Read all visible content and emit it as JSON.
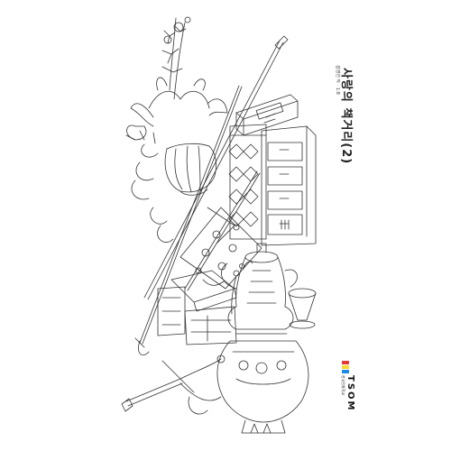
{
  "title": "사랑의 책거리(2)",
  "subtitle": "김영선 작 · 1:8",
  "brand": {
    "name": "TSOM",
    "subtitle": "한국민화학교",
    "colors": [
      "#e53935",
      "#fdd835",
      "#1e88e5"
    ]
  },
  "colors": {
    "line": "#333333",
    "paper": "#ffffff"
  }
}
